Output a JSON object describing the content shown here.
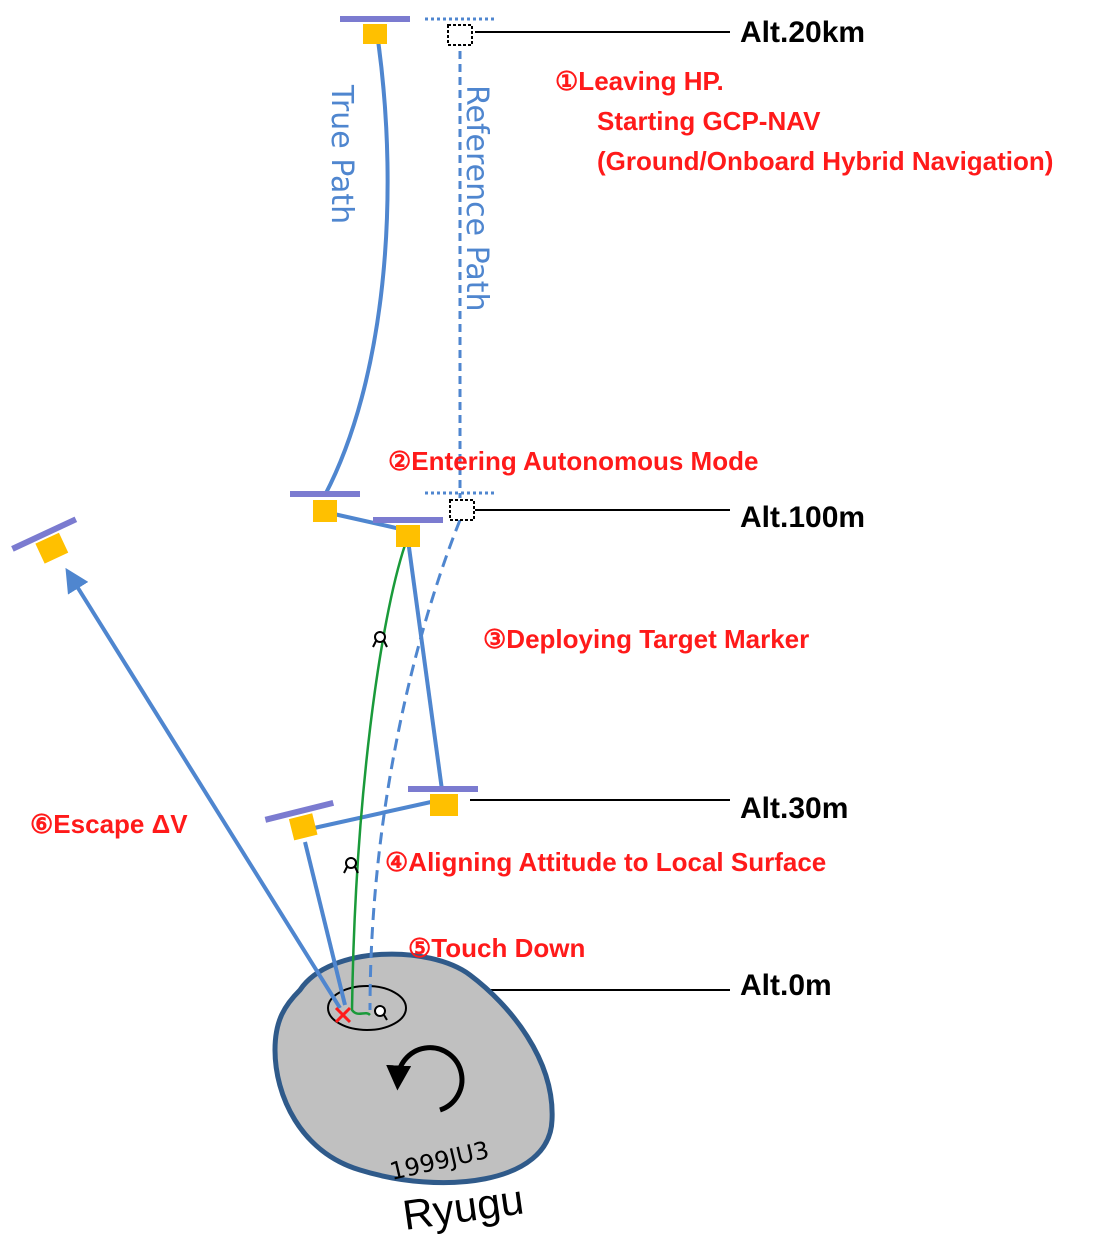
{
  "altitudes": {
    "alt_20km": "Alt.20km",
    "alt_100m": "Alt.100m",
    "alt_30m": "Alt.30m",
    "alt_0m": "Alt.0m"
  },
  "steps": {
    "step1_line1": "①Leaving HP.",
    "step1_line2": "Starting GCP-NAV",
    "step1_line3": "(Ground/Onboard Hybrid Navigation)",
    "step2": "②Entering Autonomous Mode",
    "step3": "③Deploying Target Marker",
    "step4": "④Aligning Attitude to Local Surface",
    "step5": "⑤Touch Down",
    "step6": "⑥Escape ΔV"
  },
  "paths": {
    "true_path": "True Path",
    "reference_path": "Reference Path"
  },
  "asteroid": {
    "designation": "1999JU3",
    "name": "Ryugu"
  },
  "colors": {
    "path_blue": "#4f86cf",
    "panel_purple": "#7b7bd0",
    "body_gold": "#ffc000",
    "label_red": "#ff1a1a",
    "marker_green": "#1a9a3a",
    "asteroid_fill": "#c0c0c0",
    "asteroid_outline": "#2f5a8a"
  }
}
